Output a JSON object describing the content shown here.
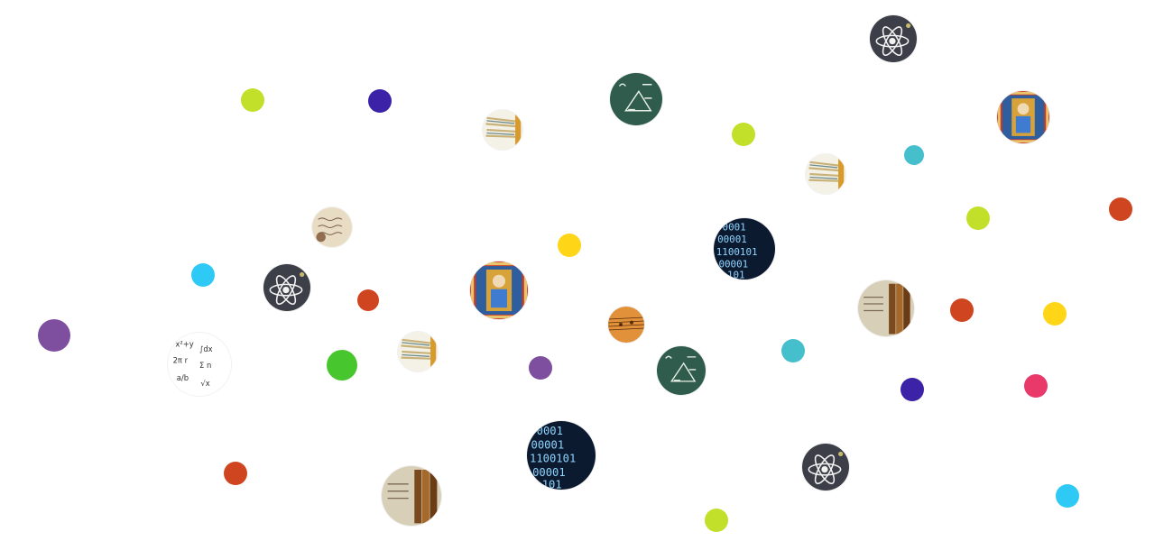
{
  "colors": {
    "lime": "#c2e02a",
    "indigo": "#3b22a6",
    "orange_red": "#cf4520",
    "yellow": "#ffd517",
    "sky": "#2ec9f4",
    "purple": "#7d4f9e",
    "green": "#48c62e",
    "teal": "#45bfcc",
    "pink": "#e8396a"
  },
  "nodes": [
    {
      "kind": "dot",
      "color": "lime"
    },
    {
      "kind": "dot",
      "color": "indigo"
    },
    {
      "kind": "dot",
      "color": "lime"
    },
    {
      "kind": "dot",
      "color": "teal"
    },
    {
      "kind": "dot",
      "color": "lime"
    },
    {
      "kind": "dot",
      "color": "orange_red"
    },
    {
      "kind": "dot",
      "color": "yellow"
    },
    {
      "kind": "dot",
      "color": "sky"
    },
    {
      "kind": "dot",
      "color": "orange_red"
    },
    {
      "kind": "dot",
      "color": "purple"
    },
    {
      "kind": "dot",
      "color": "green"
    },
    {
      "kind": "dot",
      "color": "purple"
    },
    {
      "kind": "dot",
      "color": "teal"
    },
    {
      "kind": "dot",
      "color": "orange_red"
    },
    {
      "kind": "dot",
      "color": "yellow"
    },
    {
      "kind": "dot",
      "color": "indigo"
    },
    {
      "kind": "dot",
      "color": "pink"
    },
    {
      "kind": "dot",
      "color": "orange_red"
    },
    {
      "kind": "dot",
      "color": "lime"
    },
    {
      "kind": "dot",
      "color": "sky"
    },
    {
      "kind": "image",
      "icon": "atom-icon"
    },
    {
      "kind": "image",
      "icon": "manuscript-icon"
    },
    {
      "kind": "image",
      "icon": "stacked-papers-icon"
    },
    {
      "kind": "image",
      "icon": "chalkboard-math-icon"
    },
    {
      "kind": "image",
      "icon": "stacked-papers-icon"
    },
    {
      "kind": "image",
      "icon": "old-letter-icon"
    },
    {
      "kind": "image",
      "icon": "binary-code-icon"
    },
    {
      "kind": "image",
      "icon": "atom-icon"
    },
    {
      "kind": "image",
      "icon": "manuscript-icon"
    },
    {
      "kind": "image",
      "icon": "old-books-icon"
    },
    {
      "kind": "image",
      "icon": "math-formulas-icon"
    },
    {
      "kind": "image",
      "icon": "stacked-papers-icon"
    },
    {
      "kind": "image",
      "icon": "sheet-music-icon"
    },
    {
      "kind": "image",
      "icon": "chalkboard-math-icon"
    },
    {
      "kind": "image",
      "icon": "binary-code-icon"
    },
    {
      "kind": "image",
      "icon": "atom-icon"
    },
    {
      "kind": "image",
      "icon": "old-books-icon"
    }
  ]
}
